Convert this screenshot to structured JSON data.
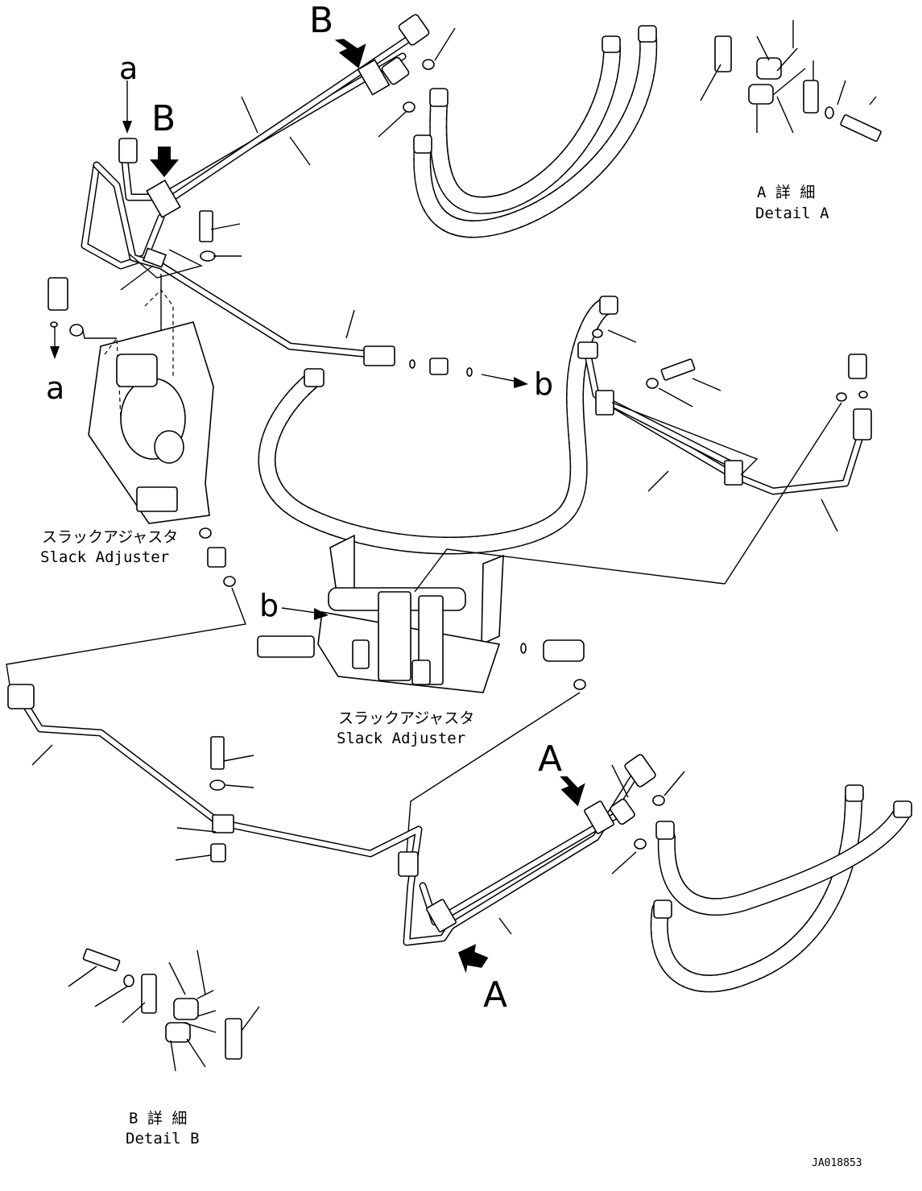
{
  "drawing_id": "JA018853",
  "labels": {
    "view_b_top": "B",
    "view_b_left": "B",
    "view_a_top": "A",
    "view_a_bottom": "A",
    "ref_a_top": "a",
    "ref_a_bottom": "a",
    "ref_b_right": "b",
    "ref_b_left": "b"
  },
  "detail_a": {
    "jp": "A 詳 細",
    "en": "Detail A"
  },
  "detail_b": {
    "jp": "B 詳 細",
    "en": "Detail B"
  },
  "slack_adjuster_left": {
    "jp": "スラックアジャスタ",
    "en": "Slack Adjuster"
  },
  "slack_adjuster_center": {
    "jp": "スラックアジャスタ",
    "en": "Slack Adjuster"
  }
}
